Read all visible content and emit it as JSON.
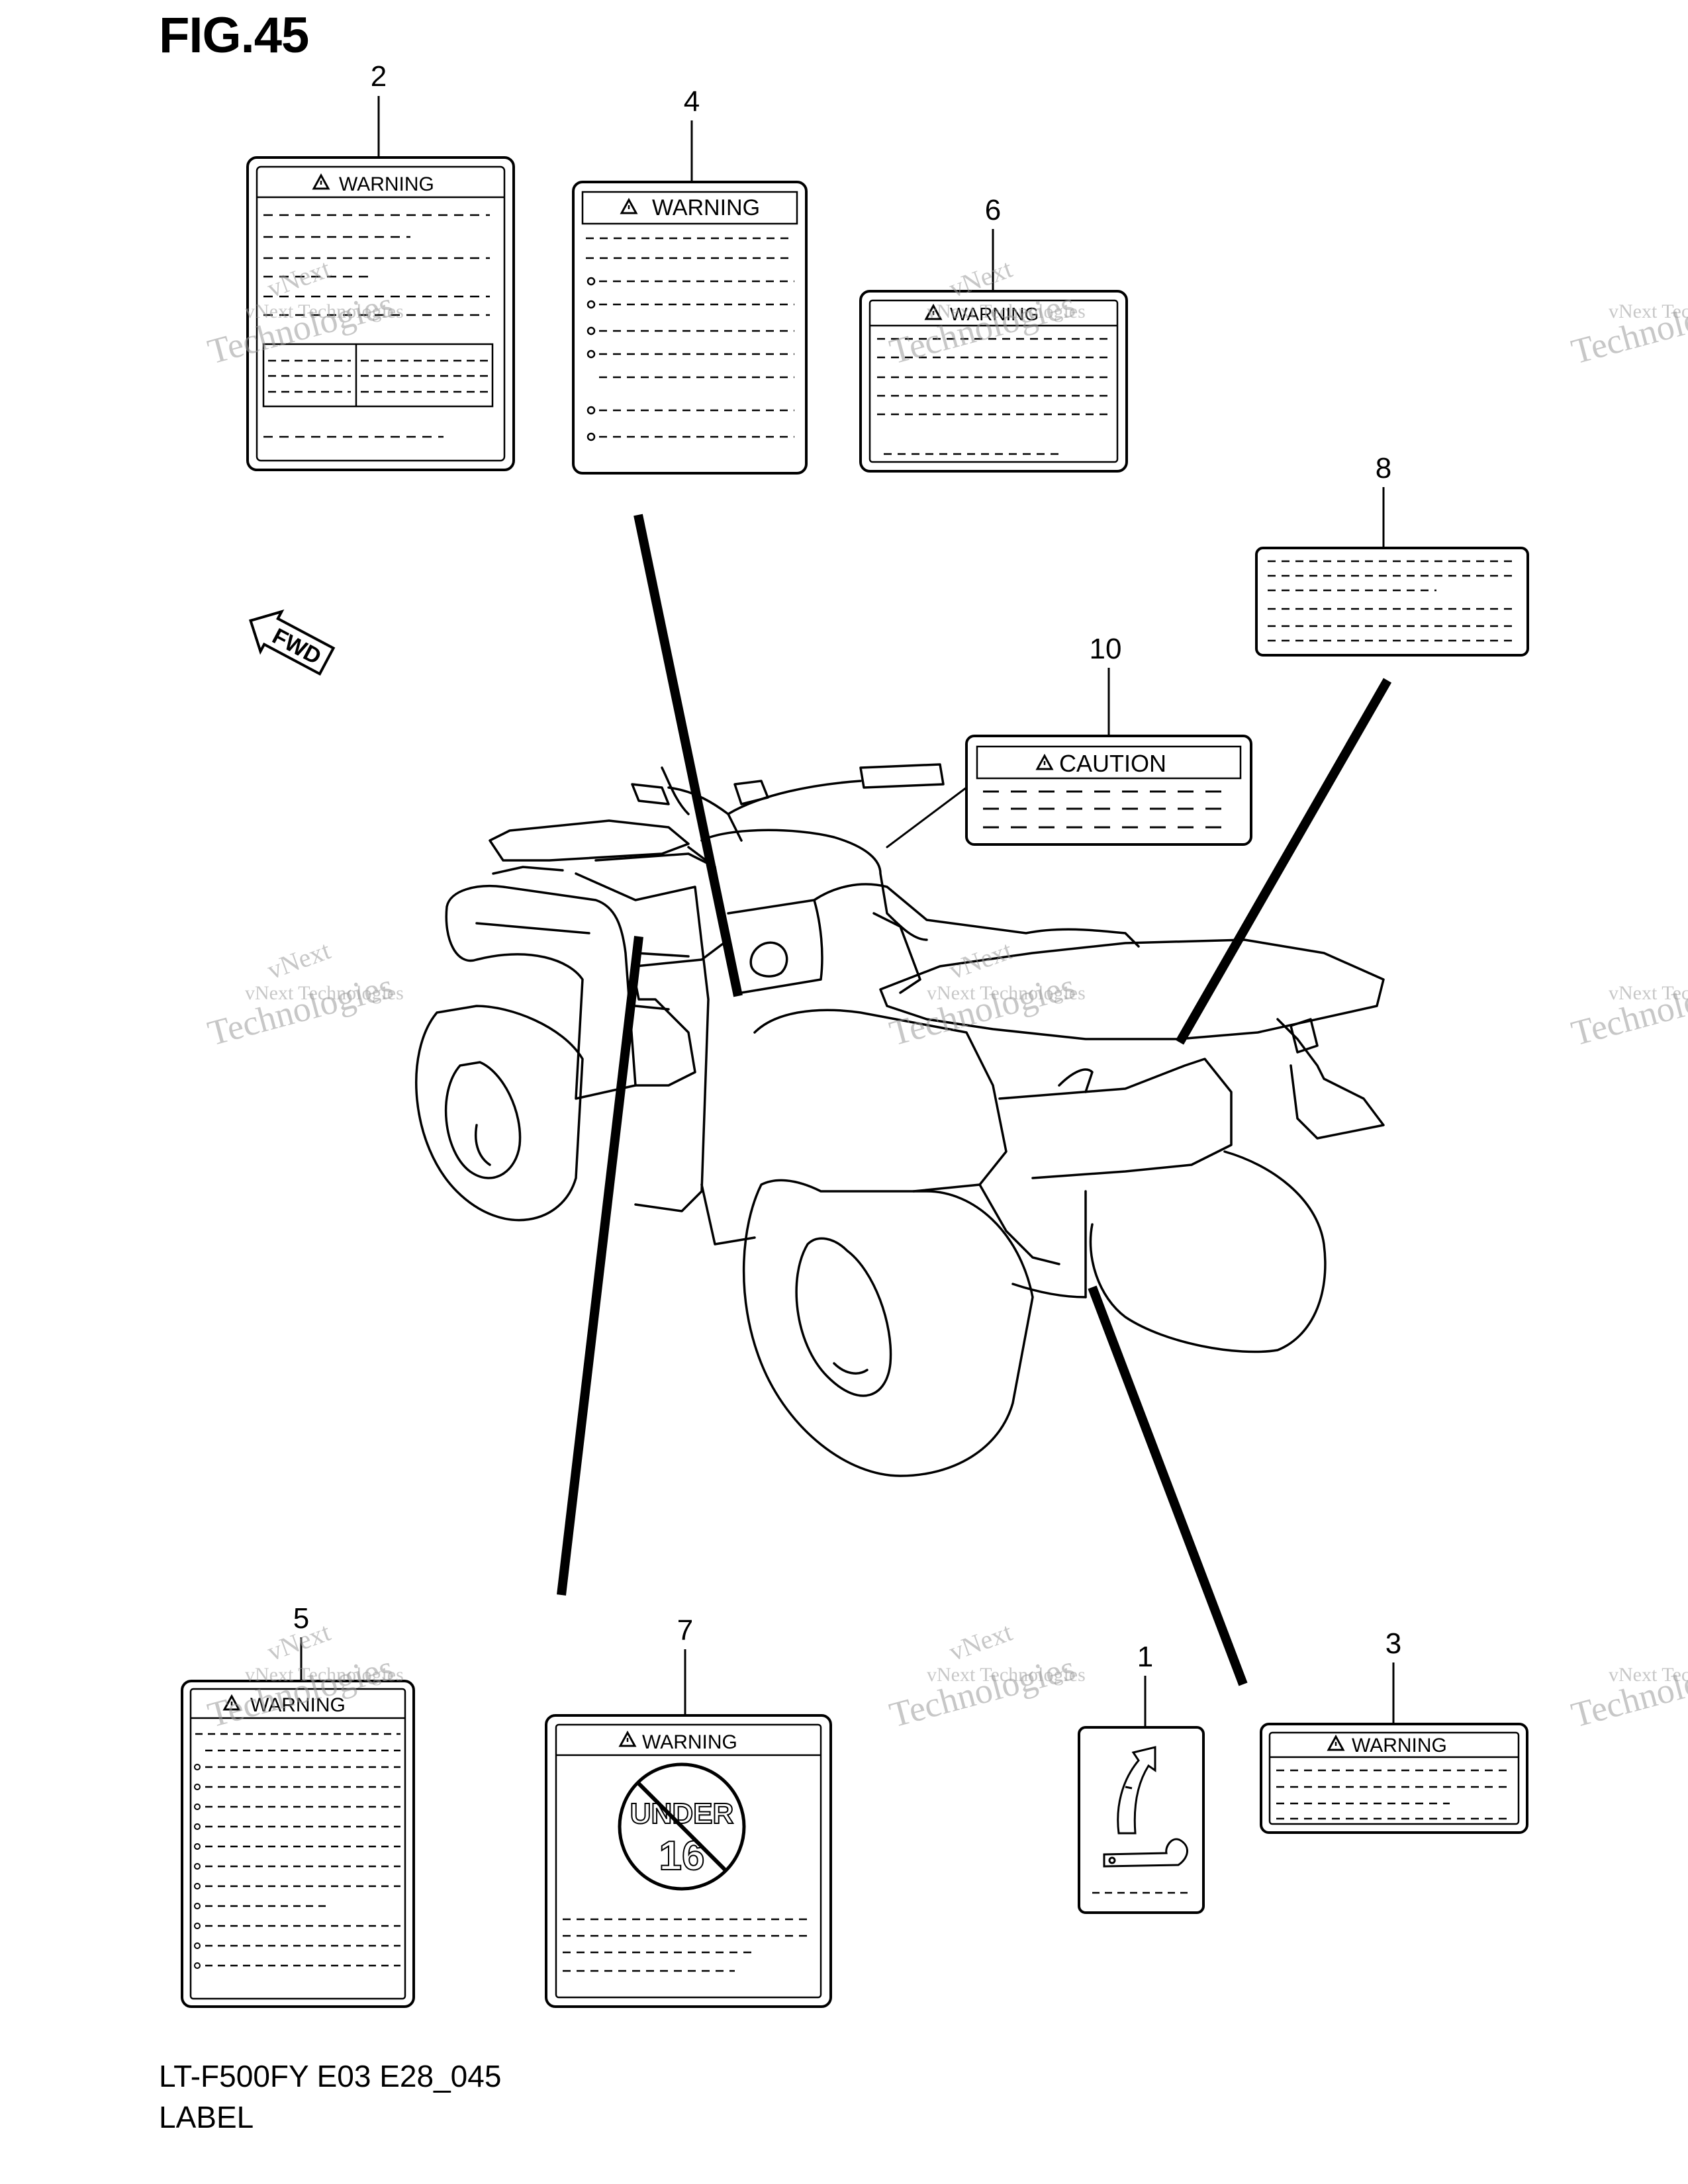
{
  "figure": {
    "title": "FIG.45",
    "model_code": "LT-F500FY E03 E28_045",
    "section": "LABEL",
    "fwd_indicator": "FWD"
  },
  "callouts": [
    "1",
    "2",
    "3",
    "4",
    "5",
    "6",
    "7",
    "8",
    "10"
  ],
  "labels": {
    "warning_text": "WARNING",
    "caution_text": "CAUTION",
    "under_text": "UNDER",
    "age_text": "16"
  },
  "watermark": {
    "line1": "vNext Technologies",
    "line2": "vNext",
    "line3": "Technologies"
  },
  "icons": [
    "warning-triangle-icon",
    "prohibited-icon",
    "fwd-arrow-icon"
  ]
}
